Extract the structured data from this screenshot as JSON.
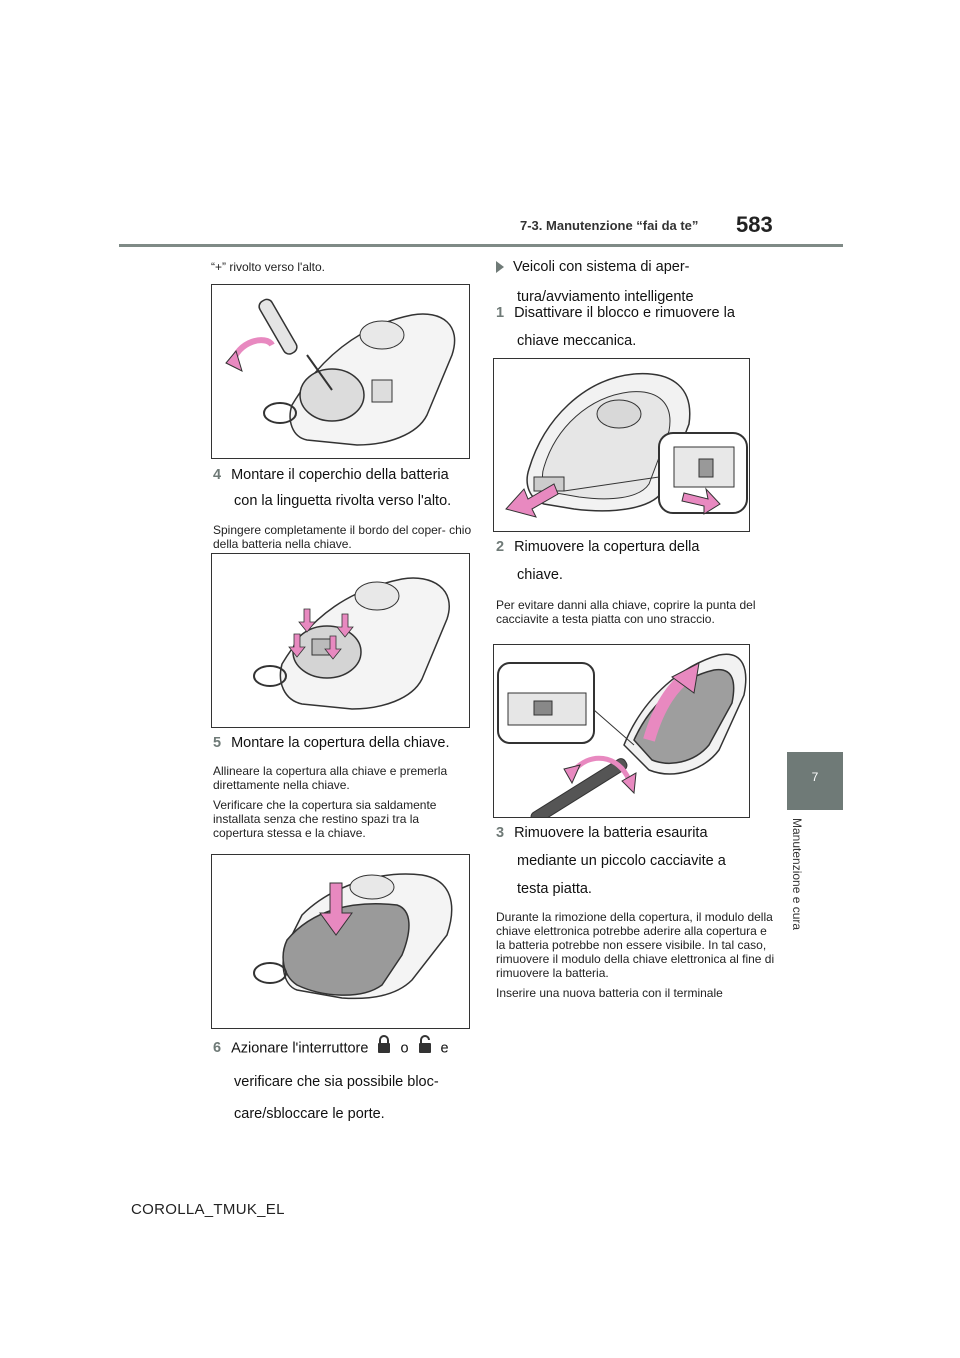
{
  "header": {
    "section_title": "7-3. Manutenzione “fai da te”",
    "page_number": "583"
  },
  "side_tab": {
    "chapter_number": "7",
    "chapter_title": "Manutenzione e cura"
  },
  "left_column": {
    "intro_note": "“+” rivolto verso l'alto.",
    "step4": {
      "number": "4",
      "text_line1": "Montare il coperchio della batteria",
      "text_line2": "con la linguetta rivolta verso l'alto.",
      "note": "Spingere completamente il bordo del coper- chio della batteria nella chiave."
    },
    "step5": {
      "number": "5",
      "text": "Montare la copertura della chiave.",
      "note1": "Allineare la copertura alla chiave e premerla direttamente nella chiave.",
      "note2": "Verificare che la copertura sia saldamente installata senza che restino spazi tra la copertura stessa e la chiave."
    },
    "step6": {
      "number": "6",
      "text_pre": "Azionare l'interruttore",
      "text_or": "o",
      "text_and": "e",
      "text_line2": "verificare che sia possibile bloc-",
      "text_line3": "care/sbloccare le porte.",
      "icon1": "lock-icon",
      "icon2": "unlock-icon"
    }
  },
  "right_column": {
    "subheading_line1": "Veicoli con sistema di aper-",
    "subheading_line2": "tura/avviamento intelligente",
    "step1": {
      "number": "1",
      "text_line1": "Disattivare il blocco e rimuovere la",
      "text_line2": "chiave meccanica."
    },
    "step2": {
      "number": "2",
      "text_line1": "Rimuovere la copertura della",
      "text_line2": "chiave.",
      "note": "Per evitare danni alla chiave, coprire la punta del cacciavite a testa piatta con uno straccio."
    },
    "step3": {
      "number": "3",
      "text_line1": "Rimuovere la batteria esaurita",
      "text_line2": "mediante un piccolo cacciavite a",
      "text_line3": "testa piatta.",
      "note1": "Durante la rimozione della copertura, il modulo della chiave elettronica potrebbe aderire alla copertura e la batteria potrebbe non essere visibile. In tal caso, rimuovere il modulo della chiave elettronica al fine di rimuovere la batteria.",
      "note2": "Inserire una nuova batteria con il terminale"
    }
  },
  "footer": {
    "doc_code": "COROLLA_TMUK_EL"
  },
  "colors": {
    "accent": "#6f7a77",
    "arrow_pink": "#e889c0",
    "rule": "#7f8a86"
  }
}
